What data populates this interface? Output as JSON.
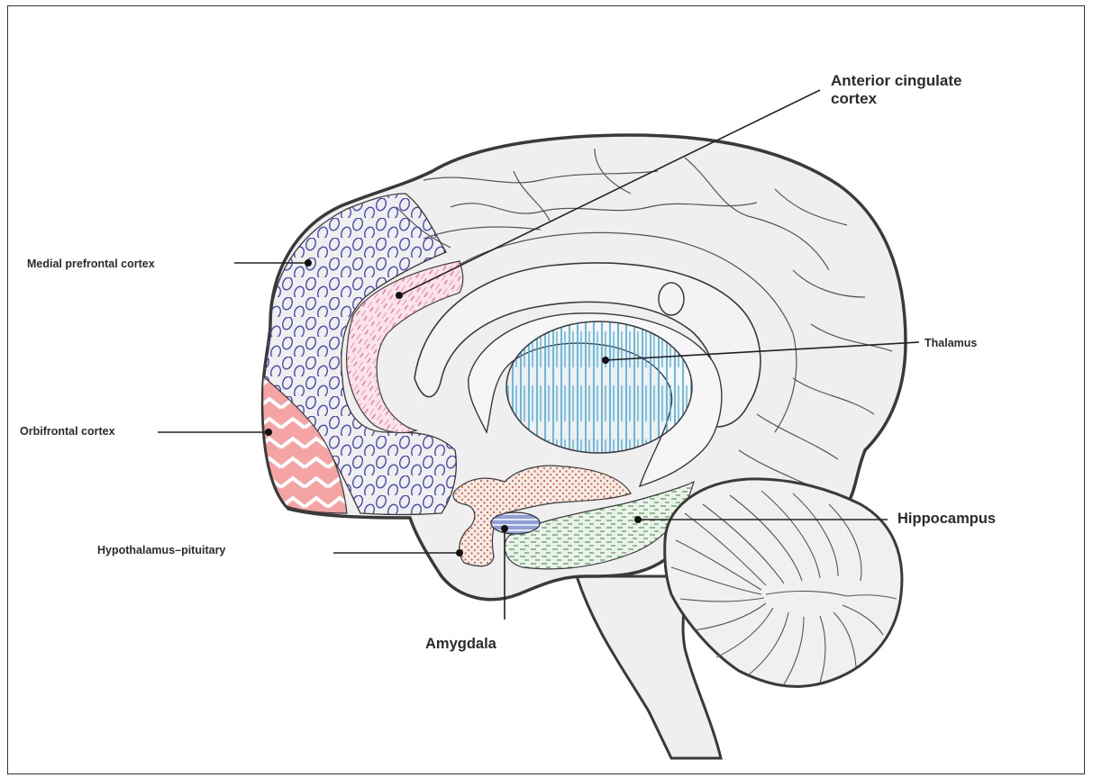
{
  "labels": {
    "anterior_cingulate_line1": "Anterior cingulate",
    "anterior_cingulate_line2": "cortex",
    "medial_prefrontal": "Medial prefrontal cortex",
    "orbifrontal": "Orbifrontal cortex",
    "thalamus": "Thalamus",
    "hippocampus": "Hippocampus",
    "hypothalamus_pituitary": "Hypothalamus–pituitary",
    "amygdala": "Amygdala"
  },
  "colors": {
    "outline": "#3a3a3a",
    "brain_fill": "#efefef",
    "mpfc": "#4a4ab5",
    "orbifrontal": "#f08e8e",
    "anterior_cingulate": "#e56a98",
    "thalamus": "#3aa6dc",
    "hippocampus": "#5cb85c",
    "hypothalamus": "#ef6a3a",
    "amygdala": "#6a7fc0"
  }
}
